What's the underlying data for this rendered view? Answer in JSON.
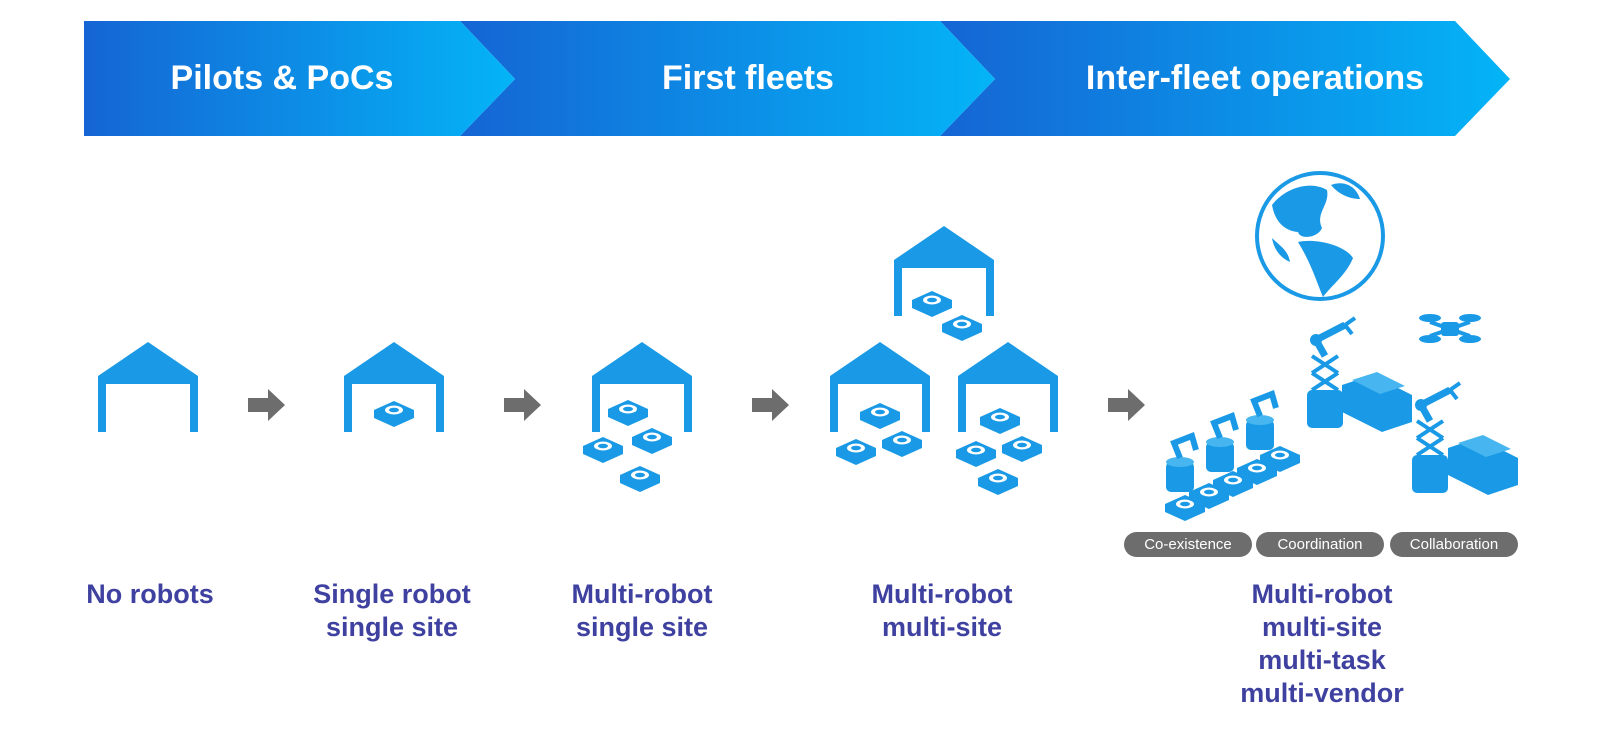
{
  "phases": [
    {
      "label": "Pilots & PoCs"
    },
    {
      "label": "First fleets"
    },
    {
      "label": "Inter-fleet operations"
    }
  ],
  "stages": [
    {
      "lines": [
        "No robots"
      ]
    },
    {
      "lines": [
        "Single robot",
        "single site"
      ]
    },
    {
      "lines": [
        "Multi-robot",
        "single site"
      ]
    },
    {
      "lines": [
        "Multi-robot",
        "multi-site"
      ]
    },
    {
      "lines": [
        "Multi-robot",
        "multi-site",
        "multi-task",
        "multi-vendor"
      ]
    }
  ],
  "modes": [
    "Co-existence",
    "Coordination",
    "Collaboration"
  ],
  "icons": {
    "warehouse": "warehouse-icon",
    "robot": "mobile-robot-icon",
    "arrow": "arrow-right-icon",
    "globe": "globe-icon",
    "arm": "robot-arm-icon",
    "drone": "drone-icon",
    "vehicle": "autonomous-vehicle-icon"
  },
  "colors": {
    "banner_start": "#1565d4",
    "banner_end": "#04b4f7",
    "icon_blue": "#1a9ae6",
    "arrow_gray": "#6d6d6d",
    "label_text": "#3f41a0",
    "pill_bg": "#6d6d6d"
  }
}
